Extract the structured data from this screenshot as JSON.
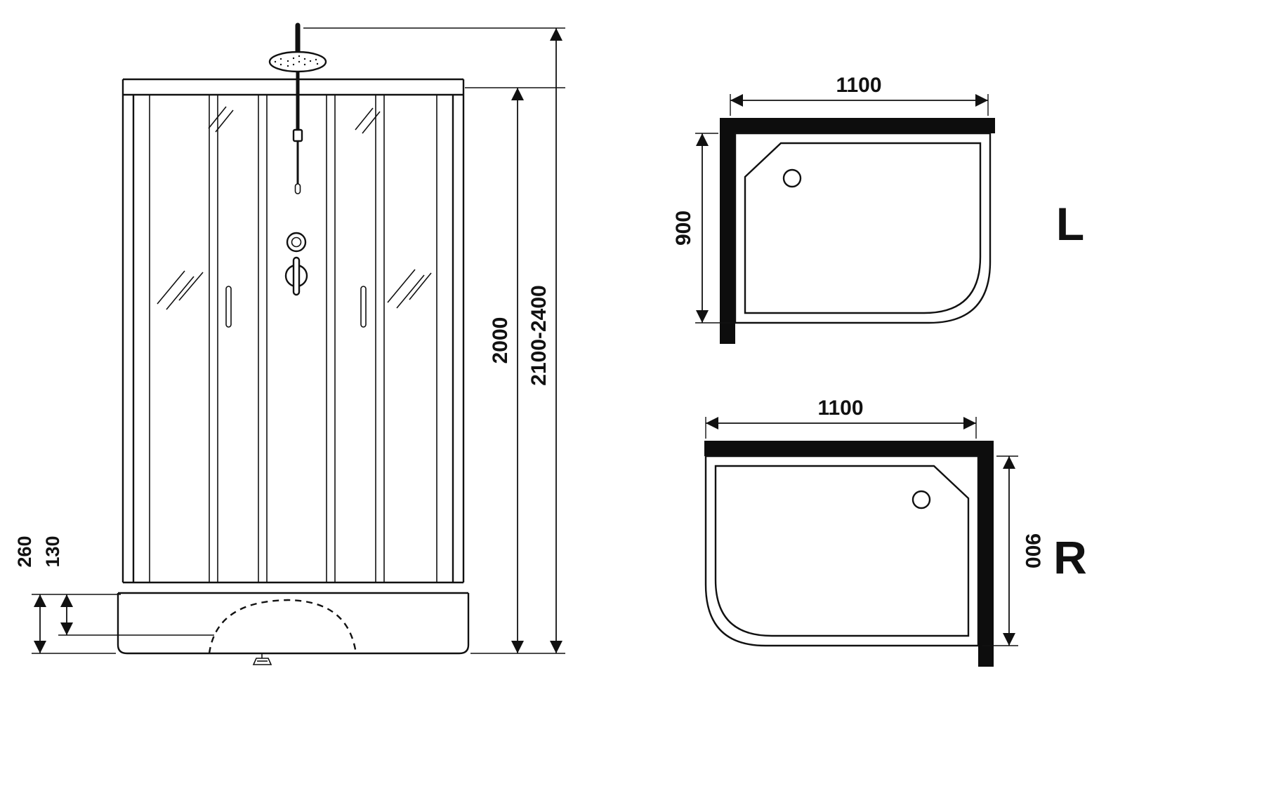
{
  "drawing": {
    "subject": "shower-cabin-technical-drawing"
  },
  "front_view": {
    "dimensions": {
      "tray_total_height": "260",
      "tray_step_height": "130",
      "cabin_height": "2000",
      "overall_height_range": "2100-2400"
    }
  },
  "plan_left": {
    "label": "L",
    "dimensions": {
      "width": "1100",
      "depth": "900"
    }
  },
  "plan_right": {
    "label": "R",
    "dimensions": {
      "width": "1100",
      "depth": "900"
    }
  },
  "colors": {
    "line": "#111111",
    "fill_black": "#0d0d0d",
    "background": "#ffffff"
  }
}
